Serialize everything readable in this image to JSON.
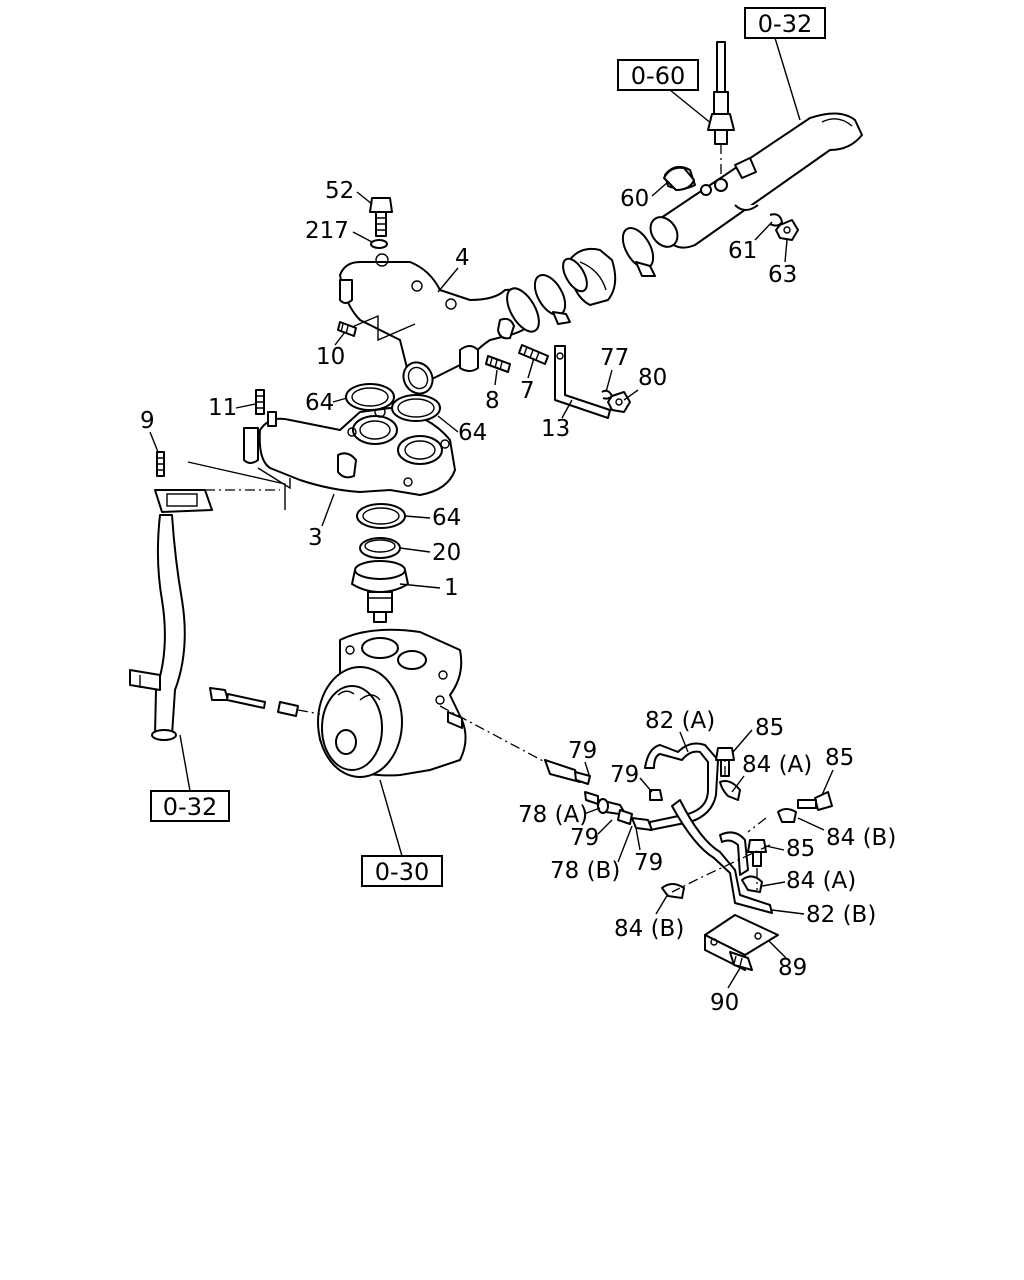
{
  "diagram": {
    "reference_boxes": [
      {
        "id": "ref-top-right",
        "text": "0-32"
      },
      {
        "id": "ref-sensor",
        "text": "0-60"
      },
      {
        "id": "ref-bottom-left",
        "text": "0-32"
      },
      {
        "id": "ref-pump",
        "text": "0-30"
      }
    ],
    "part_labels": [
      {
        "id": "p52",
        "text": "52"
      },
      {
        "id": "p217",
        "text": "217"
      },
      {
        "id": "p4",
        "text": "4"
      },
      {
        "id": "p10",
        "text": "10"
      },
      {
        "id": "p60",
        "text": "60"
      },
      {
        "id": "p61",
        "text": "61"
      },
      {
        "id": "p63",
        "text": "63"
      },
      {
        "id": "p8",
        "text": "8"
      },
      {
        "id": "p7",
        "text": "7"
      },
      {
        "id": "p77",
        "text": "77"
      },
      {
        "id": "p80",
        "text": "80"
      },
      {
        "id": "p13",
        "text": "13"
      },
      {
        "id": "p11",
        "text": "11"
      },
      {
        "id": "p64a",
        "text": "64"
      },
      {
        "id": "p64b",
        "text": "64"
      },
      {
        "id": "p64c",
        "text": "64"
      },
      {
        "id": "p9",
        "text": "9"
      },
      {
        "id": "p3",
        "text": "3"
      },
      {
        "id": "p20",
        "text": "20"
      },
      {
        "id": "p1",
        "text": "1"
      },
      {
        "id": "p82a",
        "text": "82 (A)"
      },
      {
        "id": "p85a",
        "text": "85"
      },
      {
        "id": "p85b",
        "text": "85"
      },
      {
        "id": "p85c",
        "text": "85"
      },
      {
        "id": "p79a",
        "text": "79"
      },
      {
        "id": "p79b",
        "text": "79"
      },
      {
        "id": "p79c",
        "text": "79"
      },
      {
        "id": "p79d",
        "text": "79"
      },
      {
        "id": "p84a1",
        "text": "84 (A)"
      },
      {
        "id": "p84a2",
        "text": "84 (A)"
      },
      {
        "id": "p78a",
        "text": "78 (A)"
      },
      {
        "id": "p78b",
        "text": "78 (B)"
      },
      {
        "id": "p84b1",
        "text": "84 (B)"
      },
      {
        "id": "p84b2",
        "text": "84 (B)"
      },
      {
        "id": "p82b",
        "text": "82 (B)"
      },
      {
        "id": "p89",
        "text": "89"
      },
      {
        "id": "p90",
        "text": "90"
      }
    ]
  }
}
